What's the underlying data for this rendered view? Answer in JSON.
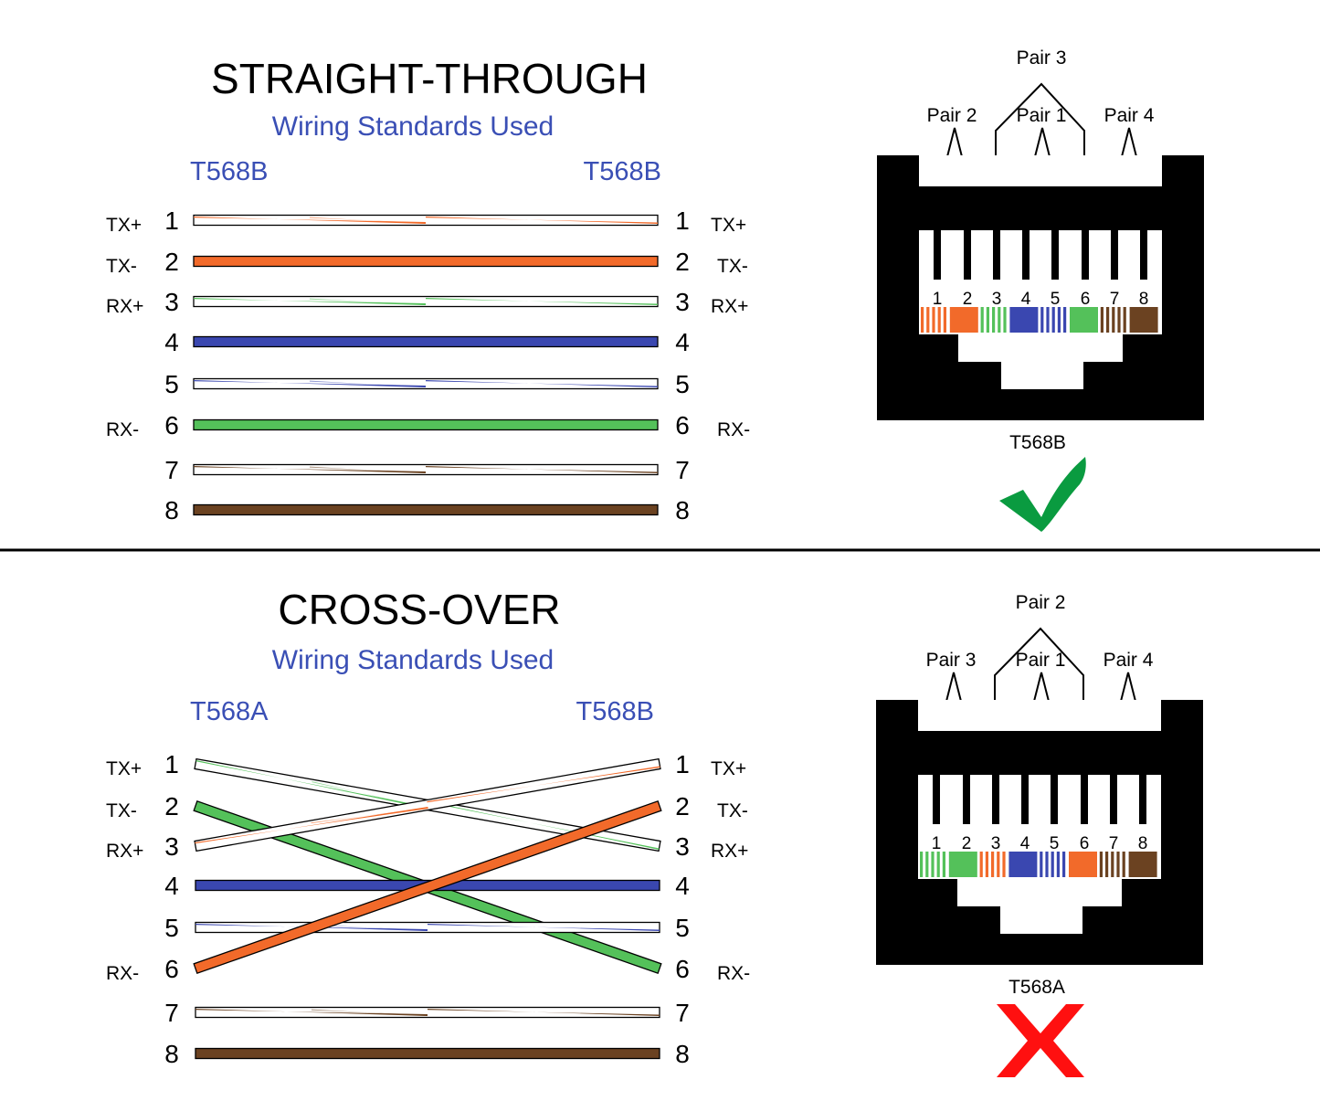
{
  "colors": {
    "orange": "#f26a2a",
    "green": "#54c15a",
    "blue": "#3a47b0",
    "brown": "#6b4221",
    "white": "#ffffff",
    "label_blue": "#3a4fb5",
    "check_green": "#0a9b40",
    "cross_red": "#ff1010"
  },
  "panels": [
    {
      "title": "STRAIGHT-THROUGH",
      "subtitle": "Wiring Standards Used",
      "left_standard": "T568B",
      "right_standard": "T568B",
      "left_pins": [
        {
          "num": "1",
          "signal": "TX+"
        },
        {
          "num": "2",
          "signal": "TX-"
        },
        {
          "num": "3",
          "signal": "RX+"
        },
        {
          "num": "4",
          "signal": ""
        },
        {
          "num": "5",
          "signal": ""
        },
        {
          "num": "6",
          "signal": "RX-"
        },
        {
          "num": "7",
          "signal": ""
        },
        {
          "num": "8",
          "signal": ""
        }
      ],
      "right_pins": [
        {
          "num": "1",
          "signal": "TX+"
        },
        {
          "num": "2",
          "signal": "TX-"
        },
        {
          "num": "3",
          "signal": "RX+"
        },
        {
          "num": "4",
          "signal": ""
        },
        {
          "num": "5",
          "signal": ""
        },
        {
          "num": "6",
          "signal": "RX-"
        },
        {
          "num": "7",
          "signal": ""
        },
        {
          "num": "8",
          "signal": ""
        }
      ],
      "wires": [
        {
          "from": 1,
          "to": 1,
          "base": "white",
          "stripe": "orange"
        },
        {
          "from": 2,
          "to": 2,
          "base": "orange",
          "stripe": ""
        },
        {
          "from": 3,
          "to": 3,
          "base": "white",
          "stripe": "green"
        },
        {
          "from": 4,
          "to": 4,
          "base": "blue",
          "stripe": ""
        },
        {
          "from": 5,
          "to": 5,
          "base": "white",
          "stripe": "blue"
        },
        {
          "from": 6,
          "to": 6,
          "base": "green",
          "stripe": ""
        },
        {
          "from": 7,
          "to": 7,
          "base": "white",
          "stripe": "brown"
        },
        {
          "from": 8,
          "to": 8,
          "base": "brown",
          "stripe": ""
        }
      ],
      "jack": {
        "top_pair": "Pair 3",
        "left_pair": "Pair 2",
        "mid_pair": "Pair 1",
        "right_pair": "Pair 4",
        "pin_numbers": [
          "1",
          "2",
          "3",
          "4",
          "5",
          "6",
          "7",
          "8"
        ],
        "pin_colors": [
          {
            "base": "orange",
            "striped": true
          },
          {
            "base": "orange",
            "striped": false
          },
          {
            "base": "green",
            "striped": true
          },
          {
            "base": "blue",
            "striped": false
          },
          {
            "base": "blue",
            "striped": true
          },
          {
            "base": "green",
            "striped": false
          },
          {
            "base": "brown",
            "striped": true
          },
          {
            "base": "brown",
            "striped": false
          }
        ],
        "standard": "T568B",
        "verdict": "check"
      }
    },
    {
      "title": "CROSS-OVER",
      "subtitle": "Wiring Standards Used",
      "left_standard": "T568A",
      "right_standard": "T568B",
      "left_pins": [
        {
          "num": "1",
          "signal": "TX+"
        },
        {
          "num": "2",
          "signal": "TX-"
        },
        {
          "num": "3",
          "signal": "RX+"
        },
        {
          "num": "4",
          "signal": ""
        },
        {
          "num": "5",
          "signal": ""
        },
        {
          "num": "6",
          "signal": "RX-"
        },
        {
          "num": "7",
          "signal": ""
        },
        {
          "num": "8",
          "signal": ""
        }
      ],
      "right_pins": [
        {
          "num": "1",
          "signal": "TX+"
        },
        {
          "num": "2",
          "signal": "TX-"
        },
        {
          "num": "3",
          "signal": "RX+"
        },
        {
          "num": "4",
          "signal": ""
        },
        {
          "num": "5",
          "signal": ""
        },
        {
          "num": "6",
          "signal": "RX-"
        },
        {
          "num": "7",
          "signal": ""
        },
        {
          "num": "8",
          "signal": ""
        }
      ],
      "wires": [
        {
          "from": 1,
          "to": 3,
          "base": "white",
          "stripe": "green"
        },
        {
          "from": 2,
          "to": 6,
          "base": "green",
          "stripe": ""
        },
        {
          "from": 3,
          "to": 1,
          "base": "white",
          "stripe": "orange"
        },
        {
          "from": 4,
          "to": 4,
          "base": "blue",
          "stripe": ""
        },
        {
          "from": 5,
          "to": 5,
          "base": "white",
          "stripe": "blue"
        },
        {
          "from": 6,
          "to": 2,
          "base": "orange",
          "stripe": ""
        },
        {
          "from": 7,
          "to": 7,
          "base": "white",
          "stripe": "brown"
        },
        {
          "from": 8,
          "to": 8,
          "base": "brown",
          "stripe": ""
        }
      ],
      "jack": {
        "top_pair": "Pair 2",
        "left_pair": "Pair 3",
        "mid_pair": "Pair 1",
        "right_pair": "Pair 4",
        "pin_numbers": [
          "1",
          "2",
          "3",
          "4",
          "5",
          "6",
          "7",
          "8"
        ],
        "pin_colors": [
          {
            "base": "green",
            "striped": true
          },
          {
            "base": "green",
            "striped": false
          },
          {
            "base": "orange",
            "striped": true
          },
          {
            "base": "blue",
            "striped": false
          },
          {
            "base": "blue",
            "striped": true
          },
          {
            "base": "orange",
            "striped": false
          },
          {
            "base": "brown",
            "striped": true
          },
          {
            "base": "brown",
            "striped": false
          }
        ],
        "standard": "T568A",
        "verdict": "cross"
      }
    }
  ]
}
